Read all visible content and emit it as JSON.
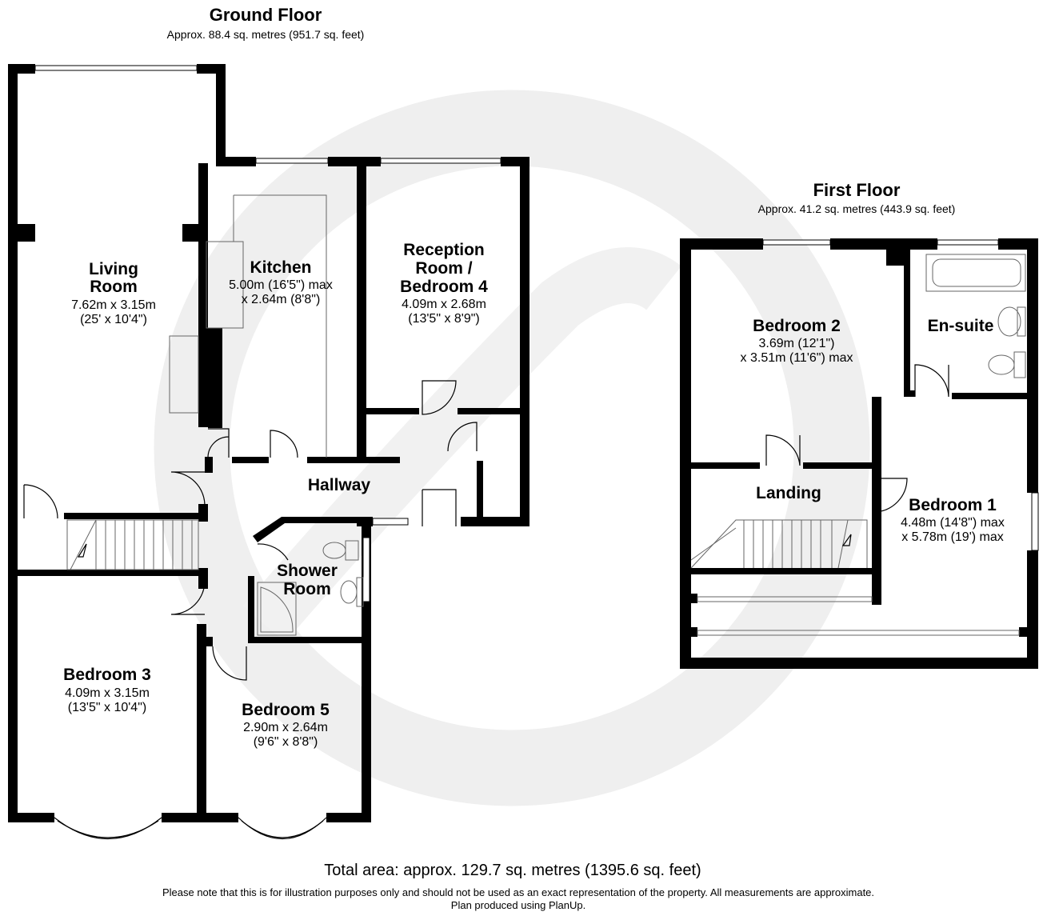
{
  "ground_floor": {
    "title": "Ground Floor",
    "area": "Approx. 88.4 sq. metres (951.7 sq. feet)",
    "rooms": {
      "living": {
        "name_1": "Living",
        "name_2": "Room",
        "dims": "7.62m x 3.15m",
        "imperial": "(25' x 10'4\")"
      },
      "kitchen": {
        "name": "Kitchen",
        "dims": "5.00m (16'5\") max",
        "imperial": "x 2.64m (8'8\")"
      },
      "reception": {
        "name_1": "Reception",
        "name_2": "Room /",
        "name_3": "Bedroom 4",
        "dims": "4.09m x 2.68m",
        "imperial": "(13'5\" x 8'9\")"
      },
      "hallway": {
        "name": "Hallway"
      },
      "shower": {
        "name_1": "Shower",
        "name_2": "Room"
      },
      "bedroom3": {
        "name": "Bedroom 3",
        "dims": "4.09m x 3.15m",
        "imperial": "(13'5\" x 10'4\")"
      },
      "bedroom5": {
        "name": "Bedroom 5",
        "dims": "2.90m x 2.64m",
        "imperial": "(9'6\" x 8'8\")"
      }
    }
  },
  "first_floor": {
    "title": "First Floor",
    "area": "Approx. 41.2 sq. metres (443.9 sq. feet)",
    "rooms": {
      "bedroom2": {
        "name": "Bedroom 2",
        "dims": "3.69m (12'1\")",
        "imperial": "x 3.51m (11'6\") max"
      },
      "ensuite": {
        "name": "En-suite"
      },
      "landing": {
        "name": "Landing"
      },
      "bedroom1": {
        "name": "Bedroom 1",
        "dims": "4.48m (14'8\") max",
        "imperial": "x 5.78m (19') max"
      }
    }
  },
  "footer": {
    "total": "Total area: approx. 129.7 sq. metres (1395.6 sq. feet)",
    "disclaimer": "Please note that this is for illustration purposes only and should not be used as an exact representation of the property. All measurements are approximate.",
    "credit": "Plan produced using PlanUp."
  }
}
